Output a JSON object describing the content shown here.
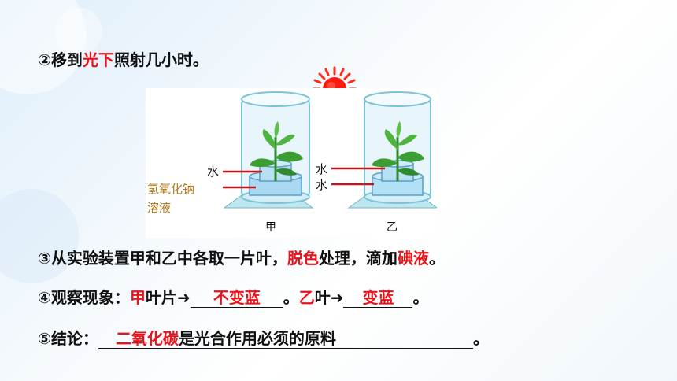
{
  "colors": {
    "accent_red": "#e8141b",
    "label_brown": "#b07a1a",
    "text": "#111111"
  },
  "step2": {
    "num": "②",
    "pre": "移到",
    "highlight": "光下",
    "post": "照射几小时。"
  },
  "diagram": {
    "label_water_a": "水",
    "label_naoh_1": "氢氧化钠",
    "label_naoh_2": "溶液",
    "label_water_b": "水",
    "label_water_c": "水",
    "caption_jia": "甲",
    "caption_yi": "乙"
  },
  "step3": {
    "num": "③",
    "pre": "从实验装置甲和乙中各取一片叶，",
    "h1": "脱色",
    "mid": "处理，滴加",
    "h2": "碘液",
    "post": "。"
  },
  "step4": {
    "num": "④",
    "pre": "观察现象：",
    "jia": "甲",
    "mid1": "叶片",
    "arrow1": "➜",
    "ans1": "不变蓝",
    "sep": "。",
    "yi": "乙",
    "mid2": "叶",
    "arrow2": "➜",
    "ans2": "变蓝",
    "end": "。"
  },
  "step5": {
    "num": "⑤",
    "pre": "结论：",
    "ans_red": "二氧化碳",
    "ans_black": "是光合作用必须的原料",
    "end": "。"
  }
}
